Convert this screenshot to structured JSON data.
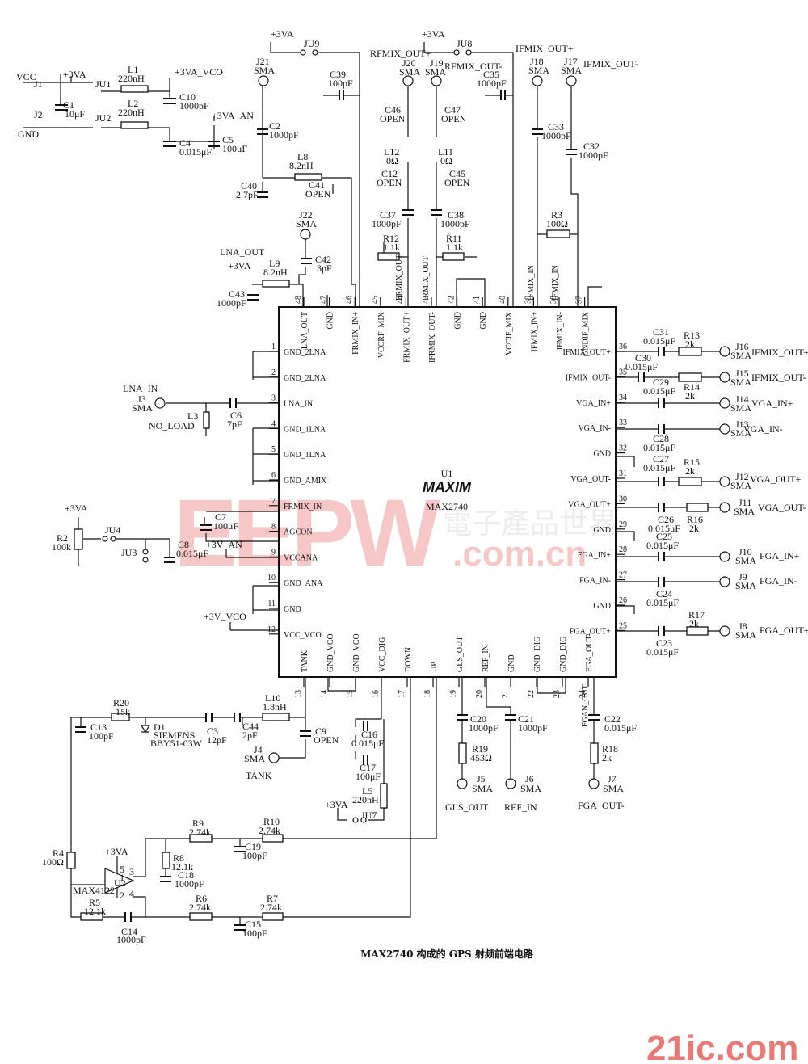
{
  "chip": {
    "ref": "U1",
    "logo": "MAXIM",
    "part": "MAX2740",
    "left_pins": [
      {
        "n": "1",
        "name": "GND_2LNA"
      },
      {
        "n": "2",
        "name": "GND_2LNA"
      },
      {
        "n": "3",
        "name": "LNA_IN"
      },
      {
        "n": "4",
        "name": "GND_1LNA"
      },
      {
        "n": "5",
        "name": "GND_1LNA"
      },
      {
        "n": "6",
        "name": "GND_AMIX"
      },
      {
        "n": "7",
        "name": "FRMIX_IN-"
      },
      {
        "n": "8",
        "name": "AGCON"
      },
      {
        "n": "9",
        "name": "VCCANA"
      },
      {
        "n": "10",
        "name": "GND_ANA"
      },
      {
        "n": "11",
        "name": "GND"
      },
      {
        "n": "12",
        "name": "VCC_VCO"
      }
    ],
    "right_pins": [
      {
        "n": "36",
        "name": "IFMIX_OUT+"
      },
      {
        "n": "35",
        "name": "IFMIX_OUT-"
      },
      {
        "n": "34",
        "name": "VGA_IN+"
      },
      {
        "n": "33",
        "name": "VGA_IN-"
      },
      {
        "n": "32",
        "name": "GND"
      },
      {
        "n": "31",
        "name": "VGA_OUT-"
      },
      {
        "n": "30",
        "name": "VGA_OUT+"
      },
      {
        "n": "29",
        "name": "GND"
      },
      {
        "n": "28",
        "name": "FGA_IN+"
      },
      {
        "n": "27",
        "name": "FGA_IN-"
      },
      {
        "n": "26",
        "name": "GND"
      },
      {
        "n": "25",
        "name": "FGA_OUT+"
      }
    ],
    "top_pins": [
      {
        "n": "48",
        "name": "LNA_OUT"
      },
      {
        "n": "47",
        "name": "GND"
      },
      {
        "n": "46",
        "name": "FRMIX_IN+"
      },
      {
        "n": "45",
        "name": "VCCRF_MIX"
      },
      {
        "n": "44",
        "name": "FRMIX_OUT+"
      },
      {
        "n": "43",
        "name": "IFRMIX_OUT-"
      },
      {
        "n": "42",
        "name": "GND"
      },
      {
        "n": "41",
        "name": "GND"
      },
      {
        "n": "40",
        "name": "VCCIF_MIX"
      },
      {
        "n": "39",
        "name": "IFMIX_IN+"
      },
      {
        "n": "38",
        "name": "IFMIX_IN-"
      },
      {
        "n": "37",
        "name": "GNDIF_MIX"
      }
    ],
    "bottom_pins": [
      {
        "n": "13",
        "name": "TANK"
      },
      {
        "n": "14",
        "name": "GND_VCO"
      },
      {
        "n": "15",
        "name": "GND_VCO"
      },
      {
        "n": "16",
        "name": "VCC_DIG"
      },
      {
        "n": "17",
        "name": "DOWN"
      },
      {
        "n": "18",
        "name": "UP"
      },
      {
        "n": "19",
        "name": "GLS_OUT"
      },
      {
        "n": "20",
        "name": "REF_IN"
      },
      {
        "n": "21",
        "name": "GND"
      },
      {
        "n": "22",
        "name": "GND_DIG"
      },
      {
        "n": "23",
        "name": "GND_DIG"
      },
      {
        "n": "24",
        "name": "FGA_OUT-"
      }
    ]
  },
  "labels": [
    {
      "id": "vcc",
      "text": "VCC"
    },
    {
      "id": "j1",
      "text": "J1"
    },
    {
      "id": "j2",
      "text": "J2"
    },
    {
      "id": "gnd",
      "text": "GND"
    },
    {
      "id": "p3va_a",
      "text": "+3VA"
    },
    {
      "id": "c1",
      "text": "C1"
    },
    {
      "id": "c1v",
      "text": "10μF"
    },
    {
      "id": "ju1",
      "text": "JU1"
    },
    {
      "id": "ju2",
      "text": "JU2"
    },
    {
      "id": "l1",
      "text": "L1"
    },
    {
      "id": "l1v",
      "text": "220nH"
    },
    {
      "id": "l2",
      "text": "L2"
    },
    {
      "id": "l2v",
      "text": "220nH"
    },
    {
      "id": "p3va_vco",
      "text": "+3VA_VCO"
    },
    {
      "id": "c10",
      "text": "C10"
    },
    {
      "id": "c10v",
      "text": "1000pF"
    },
    {
      "id": "p3va_an",
      "text": "+3VA_AN"
    },
    {
      "id": "c4",
      "text": "C4"
    },
    {
      "id": "c4v",
      "text": "0.015μF"
    },
    {
      "id": "c5",
      "text": "C5"
    },
    {
      "id": "c5v",
      "text": "100μF"
    },
    {
      "id": "p3va_b",
      "text": "+3VA"
    },
    {
      "id": "ju9",
      "text": "JU9"
    },
    {
      "id": "j21",
      "text": "J21"
    },
    {
      "id": "j21s",
      "text": "SMA"
    },
    {
      "id": "c39",
      "text": "C39"
    },
    {
      "id": "c39v",
      "text": "100pF"
    },
    {
      "id": "c2",
      "text": "C2"
    },
    {
      "id": "c2v",
      "text": "1000pF"
    },
    {
      "id": "l8",
      "text": "L8"
    },
    {
      "id": "l8v",
      "text": "8.2nH"
    },
    {
      "id": "c40",
      "text": "C40"
    },
    {
      "id": "c40v",
      "text": "2.7pF"
    },
    {
      "id": "c41",
      "text": "C41"
    },
    {
      "id": "c41v",
      "text": "OPEN"
    },
    {
      "id": "j22",
      "text": "J22"
    },
    {
      "id": "j22s",
      "text": "SMA"
    },
    {
      "id": "lnaout",
      "text": "LNA_OUT"
    },
    {
      "id": "p3va_c",
      "text": "+3VA"
    },
    {
      "id": "l9",
      "text": "L9"
    },
    {
      "id": "l9v",
      "text": "8.2nH"
    },
    {
      "id": "c42",
      "text": "C42"
    },
    {
      "id": "c42v",
      "text": "3pF"
    },
    {
      "id": "c43",
      "text": "C43"
    },
    {
      "id": "c43v",
      "text": "1000pF"
    },
    {
      "id": "rfmixp",
      "text": "RFMIX_OUT+"
    },
    {
      "id": "p3va_d",
      "text": "+3VA"
    },
    {
      "id": "ju8",
      "text": "JU8"
    },
    {
      "id": "ifmixp",
      "text": "IFMIX_OUT+"
    },
    {
      "id": "j20",
      "text": "J20"
    },
    {
      "id": "j20s",
      "text": "SMA"
    },
    {
      "id": "j19",
      "text": "J19"
    },
    {
      "id": "j19s",
      "text": "SMA"
    },
    {
      "id": "rfmixm",
      "text": "RFMIX_OUT-"
    },
    {
      "id": "c35",
      "text": "C35"
    },
    {
      "id": "c35v",
      "text": "1000pF"
    },
    {
      "id": "j18",
      "text": "J18"
    },
    {
      "id": "j18s",
      "text": "SMA"
    },
    {
      "id": "j17",
      "text": "J17"
    },
    {
      "id": "j17s",
      "text": "SMA"
    },
    {
      "id": "ifmixm",
      "text": "IFMIX_OUT-"
    },
    {
      "id": "c46",
      "text": "C46"
    },
    {
      "id": "c46v",
      "text": "OPEN"
    },
    {
      "id": "c47",
      "text": "C47"
    },
    {
      "id": "c47v",
      "text": "OPEN"
    },
    {
      "id": "l12",
      "text": "L12"
    },
    {
      "id": "l12v",
      "text": "0Ω"
    },
    {
      "id": "l11",
      "text": "L11"
    },
    {
      "id": "l11v",
      "text": "0Ω"
    },
    {
      "id": "c12",
      "text": "C12"
    },
    {
      "id": "c12v",
      "text": "OPEN"
    },
    {
      "id": "c45",
      "text": "C45"
    },
    {
      "id": "c45v",
      "text": "OPEN"
    },
    {
      "id": "c37",
      "text": "C37"
    },
    {
      "id": "c37v",
      "text": "1000pF"
    },
    {
      "id": "c38",
      "text": "C38"
    },
    {
      "id": "c38v",
      "text": "1000pF"
    },
    {
      "id": "r12",
      "text": "R12"
    },
    {
      "id": "r12v",
      "text": "1.1k"
    },
    {
      "id": "r11",
      "text": "R11"
    },
    {
      "id": "r11v",
      "text": "1.1k"
    },
    {
      "id": "c33",
      "text": "C33"
    },
    {
      "id": "c33v",
      "text": "1000pF"
    },
    {
      "id": "c32",
      "text": "C32"
    },
    {
      "id": "c32v",
      "text": "1000pF"
    },
    {
      "id": "r3",
      "text": "R3"
    },
    {
      "id": "r3v",
      "text": "100Ω"
    },
    {
      "id": "frmixout_v",
      "text": "FRMIX_OUT"
    },
    {
      "id": "irmixout_v",
      "text": "IRMIX_OUT"
    },
    {
      "id": "ifmixin_v",
      "text": "IFMIX_IN"
    },
    {
      "id": "ifmixin2_v",
      "text": "IFMIX_IN"
    },
    {
      "id": "c31",
      "text": "C31"
    },
    {
      "id": "c31v",
      "text": "0.015μF"
    },
    {
      "id": "r13",
      "text": "R13"
    },
    {
      "id": "r13v",
      "text": "2k"
    },
    {
      "id": "j16",
      "text": "J16"
    },
    {
      "id": "j16s",
      "text": "SMA"
    },
    {
      "id": "j16n",
      "text": "IFMIX_OUT+"
    },
    {
      "id": "c30",
      "text": "C30"
    },
    {
      "id": "c30v",
      "text": "0.015μF"
    },
    {
      "id": "j15",
      "text": "J15"
    },
    {
      "id": "j15s",
      "text": "SMA"
    },
    {
      "id": "j15n",
      "text": "IFMIX_OUT-"
    },
    {
      "id": "c29",
      "text": "C29"
    },
    {
      "id": "c29v",
      "text": "0.015μF"
    },
    {
      "id": "r14",
      "text": "R14"
    },
    {
      "id": "r14v",
      "text": "2k"
    },
    {
      "id": "j14",
      "text": "J14"
    },
    {
      "id": "j14s",
      "text": "SMA"
    },
    {
      "id": "j14n",
      "text": "VGA_IN+"
    },
    {
      "id": "j13",
      "text": "J13"
    },
    {
      "id": "j13s",
      "text": "SMA"
    },
    {
      "id": "j13n",
      "text": "VGA_IN-"
    },
    {
      "id": "c28",
      "text": "C28"
    },
    {
      "id": "c28v",
      "text": "0.015μF"
    },
    {
      "id": "c27",
      "text": "C27"
    },
    {
      "id": "c27v",
      "text": "0.015μF"
    },
    {
      "id": "r15",
      "text": "R15"
    },
    {
      "id": "r15v",
      "text": "2k"
    },
    {
      "id": "j12",
      "text": "J12"
    },
    {
      "id": "j12s",
      "text": "SMA"
    },
    {
      "id": "j12n",
      "text": "VGA_OUT+"
    },
    {
      "id": "j11",
      "text": "J11"
    },
    {
      "id": "j11s",
      "text": "SMA"
    },
    {
      "id": "j11n",
      "text": "VGA_OUT-"
    },
    {
      "id": "c26",
      "text": "C26"
    },
    {
      "id": "c26v",
      "text": "0.015μF"
    },
    {
      "id": "r16",
      "text": "R16"
    },
    {
      "id": "r16v",
      "text": "2k"
    },
    {
      "id": "c25",
      "text": "C25"
    },
    {
      "id": "c25v",
      "text": "0.015μF"
    },
    {
      "id": "j10",
      "text": "J10"
    },
    {
      "id": "j10s",
      "text": "SMA"
    },
    {
      "id": "j10n",
      "text": "FGA_IN+"
    },
    {
      "id": "j9",
      "text": "J9"
    },
    {
      "id": "j9s",
      "text": "SMA"
    },
    {
      "id": "j9n",
      "text": "FGA_IN-"
    },
    {
      "id": "c24",
      "text": "C24"
    },
    {
      "id": "c24v",
      "text": "0.015μF"
    },
    {
      "id": "r17",
      "text": "R17"
    },
    {
      "id": "r17v",
      "text": "2k"
    },
    {
      "id": "j8",
      "text": "J8"
    },
    {
      "id": "j8s",
      "text": "SMA"
    },
    {
      "id": "j8n",
      "text": "FGA_OUT+"
    },
    {
      "id": "c23",
      "text": "C23"
    },
    {
      "id": "c23v",
      "text": "0.015μF"
    },
    {
      "id": "lnain",
      "text": "LNA_IN"
    },
    {
      "id": "j3",
      "text": "J3"
    },
    {
      "id": "j3s",
      "text": "SMA"
    },
    {
      "id": "l3",
      "text": "L3"
    },
    {
      "id": "noload",
      "text": "NO_LOAD"
    },
    {
      "id": "c6",
      "text": "C6"
    },
    {
      "id": "c6v",
      "text": "7pF"
    },
    {
      "id": "p3va_e",
      "text": "+3VA"
    },
    {
      "id": "r2",
      "text": "R2"
    },
    {
      "id": "r2v",
      "text": "100k"
    },
    {
      "id": "ju4",
      "text": "JU4"
    },
    {
      "id": "ju3",
      "text": "JU3"
    },
    {
      "id": "c7",
      "text": "C7"
    },
    {
      "id": "c7v",
      "text": "100μF"
    },
    {
      "id": "c8",
      "text": "C8"
    },
    {
      "id": "c8v",
      "text": "0.015μF"
    },
    {
      "id": "p3v_an",
      "text": "+3V_AN"
    },
    {
      "id": "p3v_vco",
      "text": "+3V_VCO"
    },
    {
      "id": "r20",
      "text": "R20"
    },
    {
      "id": "r20v",
      "text": "15k"
    },
    {
      "id": "c13",
      "text": "C13"
    },
    {
      "id": "c13v",
      "text": "100pF"
    },
    {
      "id": "d1",
      "text": "D1"
    },
    {
      "id": "d1m",
      "text": "SIEMENS"
    },
    {
      "id": "d1p",
      "text": "BBY51-03W"
    },
    {
      "id": "c3",
      "text": "C3"
    },
    {
      "id": "c3v",
      "text": "12pF"
    },
    {
      "id": "c44",
      "text": "C44"
    },
    {
      "id": "c44v",
      "text": "2pF"
    },
    {
      "id": "l10",
      "text": "L10"
    },
    {
      "id": "l10v",
      "text": "1.8nH"
    },
    {
      "id": "c9",
      "text": "C9"
    },
    {
      "id": "c9v",
      "text": "OPEN"
    },
    {
      "id": "j4",
      "text": "J4"
    },
    {
      "id": "j4s",
      "text": "SMA"
    },
    {
      "id": "tank",
      "text": "TANK"
    },
    {
      "id": "c16",
      "text": "C16"
    },
    {
      "id": "c16v",
      "text": "0.015μF"
    },
    {
      "id": "c17",
      "text": "C17"
    },
    {
      "id": "c17v",
      "text": "100μF"
    },
    {
      "id": "l5",
      "text": "L5"
    },
    {
      "id": "l5v",
      "text": "220nH"
    },
    {
      "id": "p3va_f",
      "text": "+3VA"
    },
    {
      "id": "ju7",
      "text": "JU7"
    },
    {
      "id": "c20",
      "text": "C20"
    },
    {
      "id": "c20v",
      "text": "1000pF"
    },
    {
      "id": "r19",
      "text": "R19"
    },
    {
      "id": "r19v",
      "text": "453Ω"
    },
    {
      "id": "j5",
      "text": "J5"
    },
    {
      "id": "j5s",
      "text": "SMA"
    },
    {
      "id": "glsout",
      "text": "GLS_OUT"
    },
    {
      "id": "c21",
      "text": "C21"
    },
    {
      "id": "c21v",
      "text": "1000pF"
    },
    {
      "id": "j6",
      "text": "J6"
    },
    {
      "id": "j6s",
      "text": "SMA"
    },
    {
      "id": "refin",
      "text": "REF_IN"
    },
    {
      "id": "c22",
      "text": "C22"
    },
    {
      "id": "c22v",
      "text": "0.015μF"
    },
    {
      "id": "r18",
      "text": "R18"
    },
    {
      "id": "r18v",
      "text": "2k"
    },
    {
      "id": "j7",
      "text": "J7"
    },
    {
      "id": "j7s",
      "text": "SMA"
    },
    {
      "id": "fgaoutm",
      "text": "FGA_OUT-"
    },
    {
      "id": "fgaout_v",
      "text": "FGAN_OUT"
    },
    {
      "id": "r9",
      "text": "R9"
    },
    {
      "id": "r9v",
      "text": "2.74k"
    },
    {
      "id": "r10",
      "text": "R10"
    },
    {
      "id": "r10v",
      "text": "2.74k"
    },
    {
      "id": "c19",
      "text": "C19"
    },
    {
      "id": "c19v",
      "text": "100pF"
    },
    {
      "id": "p3va_g",
      "text": "+3VA"
    },
    {
      "id": "r8",
      "text": "R8"
    },
    {
      "id": "r8v",
      "text": "12.1k"
    },
    {
      "id": "c18",
      "text": "C18"
    },
    {
      "id": "c18v",
      "text": "1000pF"
    },
    {
      "id": "r4",
      "text": "R4"
    },
    {
      "id": "r4v",
      "text": "100Ω"
    },
    {
      "id": "u2",
      "text": "U2"
    },
    {
      "id": "max4122",
      "text": "MAX4122"
    },
    {
      "id": "u2p5",
      "text": "5"
    },
    {
      "id": "u2p1",
      "text": "1"
    },
    {
      "id": "u2p3",
      "text": "3"
    },
    {
      "id": "u2p2",
      "text": "2"
    },
    {
      "id": "u2p4",
      "text": "4"
    },
    {
      "id": "r5",
      "text": "R5"
    },
    {
      "id": "r5v",
      "text": "12.1k"
    },
    {
      "id": "r6",
      "text": "R6"
    },
    {
      "id": "r6v",
      "text": "2.74k"
    },
    {
      "id": "r7",
      "text": "R7"
    },
    {
      "id": "r7v",
      "text": "2.74k"
    },
    {
      "id": "c14",
      "text": "C14"
    },
    {
      "id": "c14v",
      "text": "1000pF"
    },
    {
      "id": "c15",
      "text": "C15"
    },
    {
      "id": "c15v",
      "text": "100pF"
    }
  ],
  "caption": "MAX2740 构成的 GPS 射频前端电路",
  "watermarks": {
    "eepw": "EEPW",
    "eepw_cn": "電子產品世界",
    "eepw_url": ".com.cn",
    "site": "21ic.com"
  }
}
